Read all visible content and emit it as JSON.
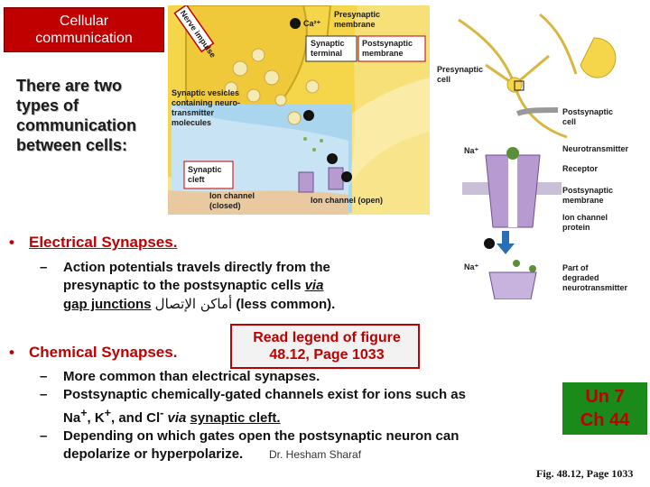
{
  "title": {
    "line1": "Cellular",
    "line2": "communication"
  },
  "intro": {
    "text": "There are two types of communication between cells:"
  },
  "bullets": {
    "electrical": {
      "label": "Electrical Synapses.",
      "sub": {
        "line1": "Action potentials travels directly from the",
        "line2a": "presynaptic to the postsynaptic cells ",
        "line2b": "via",
        "line3a": "gap junctions",
        "line3b": "أماكن الإتصال",
        "line3c": " (less common)."
      }
    },
    "chemical": {
      "label": "Chemical Synapses.",
      "subs": [
        {
          "line1": "More common than electrical synapses."
        },
        {
          "line1": "Postsynaptic chemically-gated channels exist for ions such as",
          "line2a": "Na",
          "line2b": ", K",
          "line2c": ", and Cl",
          "line2d": " via ",
          "line2e": "synaptic cleft."
        },
        {
          "line1": "Depending on which gates open the postsynaptic neuron can",
          "line2": "depolarize or hyperpolarize."
        }
      ]
    }
  },
  "legend_note": {
    "line1": "Read legend of figure",
    "line2": "48.12, Page 1033"
  },
  "unit_box": {
    "line1": "Un 7",
    "line2": "Ch 44"
  },
  "author": "Dr. Hesham Sharaf",
  "caption": "Fig. 48.12, Page 1033",
  "figure_left": {
    "nerve_impulse": "Nerve impulse",
    "step1": "1",
    "ca": "Ca²⁺",
    "presynaptic_membrane": {
      "l1": "Presynaptic",
      "l2": "membrane"
    },
    "synaptic_terminal": {
      "l1": "Synaptic",
      "l2": "terminal"
    },
    "postsynaptic_membrane": {
      "l1": "Postsynaptic",
      "l2": "membrane"
    },
    "vesicles": {
      "l1": "Synaptic vesicles",
      "l2": "containing neuro-",
      "l3": "transmitter",
      "l4": "molecules"
    },
    "step2": "2",
    "step3": "3",
    "step4": "4",
    "synaptic_cleft": {
      "l1": "Synaptic",
      "l2": "cleft"
    },
    "ion_closed": {
      "l1": "Ion channel",
      "l2": "(closed)"
    },
    "ion_open": "Ion channel (open)"
  },
  "figure_right": {
    "presynaptic_cell": {
      "l1": "Presynaptic",
      "l2": "cell"
    },
    "postsynaptic_cell": {
      "l1": "Postsynaptic",
      "l2": "cell"
    },
    "na1": "Na⁺",
    "neurotransmitter": "Neurotransmitter",
    "receptor": "Receptor",
    "postsynaptic_membrane": {
      "l1": "Postsynaptic",
      "l2": "membrane"
    },
    "ion_channel_protein": {
      "l1": "Ion channel",
      "l2": "protein"
    },
    "step5": "5",
    "na2": "Na⁺",
    "degraded": {
      "l1": "Part of",
      "l2": "degraded",
      "l3": "neurotransmitter"
    }
  },
  "colors": {
    "title_bg": "#c00000",
    "accent_red": "#c00000",
    "unit_bg": "#1a8a1a",
    "figure_yellow": "#f5d64a"
  }
}
